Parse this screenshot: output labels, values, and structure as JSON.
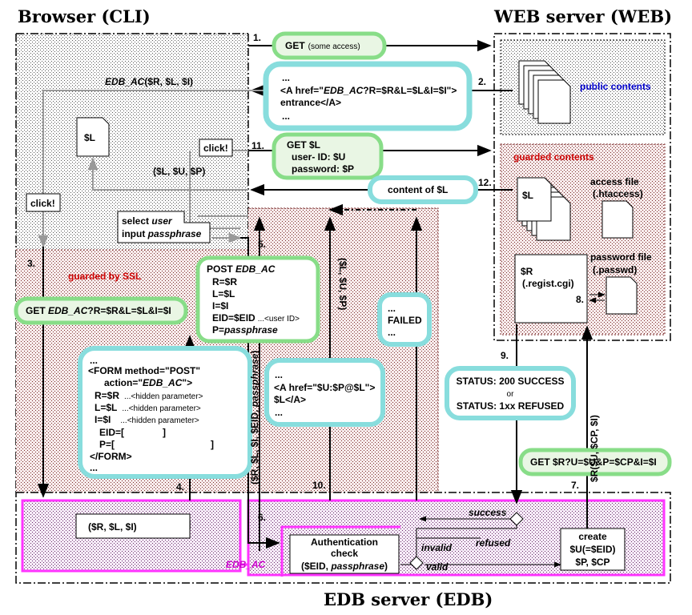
{
  "titles": {
    "browser": "Browser (CLI)",
    "web": "WEB server (WEB)",
    "edb": "EDB server (EDB)"
  },
  "steps": {
    "s1": "1.",
    "s2": "2.",
    "s3": "3.",
    "s4": "4.",
    "s5": "5.",
    "s6": "6.",
    "s7": "7.",
    "s8": "8.",
    "s9": "9.",
    "s10": "10.",
    "s11": "11.",
    "s12": "12."
  },
  "regions": {
    "public_contents": "public contents",
    "guarded_contents": "guarded contents",
    "guarded_by_ssl": "guarded by SSL",
    "edb_ac": "EDB_AC"
  },
  "labels": {
    "edb_ac_call_fn": "EDB_AC",
    "edb_ac_call_args": "($R, $L, $I)",
    "l_doc": "$L",
    "click1": "click!",
    "click2": "click!",
    "l_u_p": "($L, $U, $P)",
    "select_user_pre": "select ",
    "select_user_em": "user",
    "input_pass_pre": "input ",
    "input_pass_em": "passphrase",
    "access_file_1": "access file",
    "access_file_2": "(.htaccess)",
    "password_file_1": "password file",
    "password_file_2": "(.passwd)",
    "l_stack": "$L",
    "r_cgi_1": "$R",
    "r_cgi_2": "(.regist.cgi)",
    "vert_lup": "($L, $U, $P)",
    "vert_form_vals_pre": "($R, $L, $I, $EID, ",
    "vert_form_vals_em": "passphrase",
    "vert_form_vals_post": ")",
    "vert_rucpi": "$R($U, $CP, $I)",
    "rli_box": "($R, $L, $I)",
    "auth_1": "Authentication",
    "auth_2": "check",
    "auth_3_pre": "($EID, ",
    "auth_3_em": "passphrase",
    "auth_3_post": ")",
    "create_1": "create",
    "create_2": "$U(=$EID)",
    "create_3": "$P, $CP",
    "success": "success",
    "refused": "refused",
    "invalid": "invalid",
    "valid": "valid"
  },
  "messages": {
    "get_some": "GET",
    "get_some_sm": "(some access)",
    "anchor_1_pre": "<A href=\"",
    "anchor_1_em": "EDB_AC",
    "anchor_1_post": "?R=$R&L=$L&I=$I\">",
    "anchor_2": "entrance</A>",
    "dots": "...",
    "get_l_1": "GET $L",
    "get_l_2": "user- ID: $U",
    "get_l_3": "password: $P",
    "content_of_l": "content of $L",
    "get_edbac_pre": "GET ",
    "get_edbac_em": "EDB_AC",
    "get_edbac_post": "?R=$R&L=$L&I=$I",
    "post_1_pre": "POST ",
    "post_1_em": "EDB_AC",
    "post_2": "R=$R",
    "post_3": "L=$L",
    "post_4": "I=$I",
    "post_5": "EID=$EID",
    "post_5_sm": "...<user ID>",
    "post_6_pre": "P=",
    "post_6_em": "passphrase",
    "failed": "FAILED",
    "form_1": "<FORM method=\"POST\"",
    "form_2_pre": "action=\"",
    "form_2_em": "EDB_AC",
    "form_2_post": "\">",
    "form_3": "R=$R",
    "form_4": "L=$L",
    "form_5": "I=$I",
    "form_hidden": "...<hidden parameter>",
    "form_6": "EID=[",
    "form_6_end": "]",
    "form_7": "P=[",
    "form_7_end": "]",
    "form_8": "</FORM>",
    "anchor_up_1": "<A href=\"$U:$P@$L\">",
    "anchor_up_2": "$L</A>",
    "status_1": "STATUS: 200 SUCCESS",
    "status_2": "or",
    "status_3": "STATUS: 1xx REFUSED",
    "get_r": "GET $R?U=$U&P=$CP&I=$I"
  },
  "colors": {
    "green_fill": "#e9f6e4",
    "green_border": "#88dd88",
    "cyan_border": "#88dddd",
    "magenta": "#ff33ff",
    "public_blue": "#0000cc",
    "guarded_red": "#cc0000"
  }
}
